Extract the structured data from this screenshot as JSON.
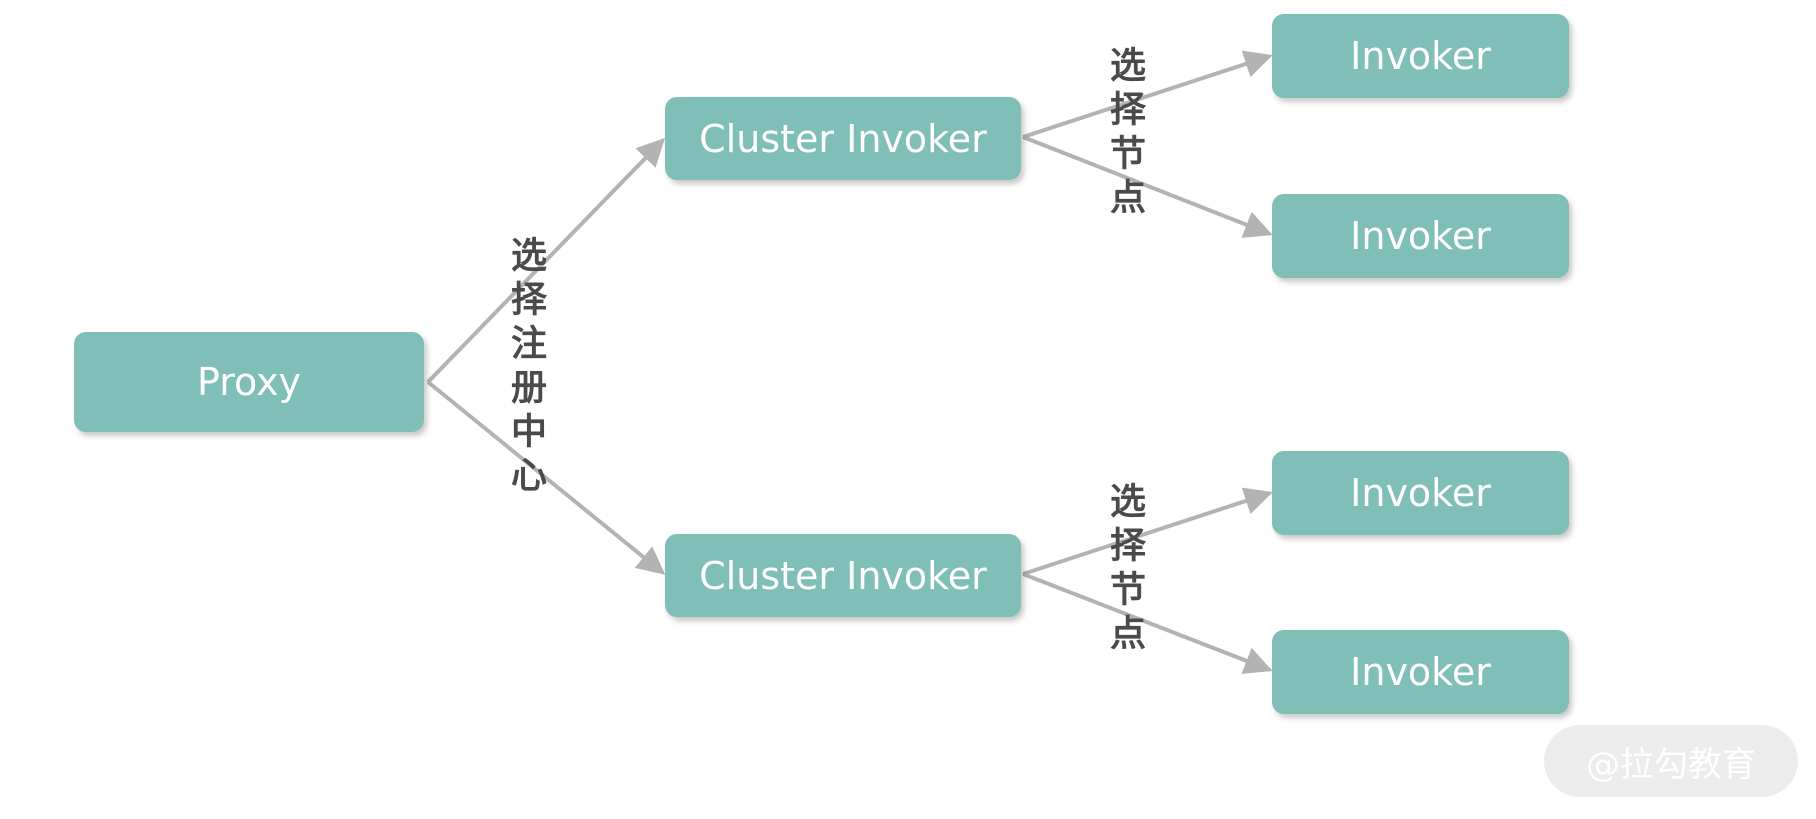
{
  "diagram": {
    "nodes": {
      "proxy": "Proxy",
      "cluster_top": "Cluster Invoker",
      "cluster_bottom": "Cluster Invoker",
      "invoker_1": "Invoker",
      "invoker_2": "Invoker",
      "invoker_3": "Invoker",
      "invoker_4": "Invoker"
    },
    "edge_labels": {
      "select_registry": "选择注册中心",
      "select_node_top": "选择节点",
      "select_node_bottom": "选择节点"
    }
  },
  "watermark": "@拉勾教育",
  "colors": {
    "node_fill": "#80bfb7",
    "node_text": "#ffffff",
    "edge": "#b3b3b3",
    "label_text": "#4a4a4a",
    "watermark_bg": "#ececec"
  }
}
